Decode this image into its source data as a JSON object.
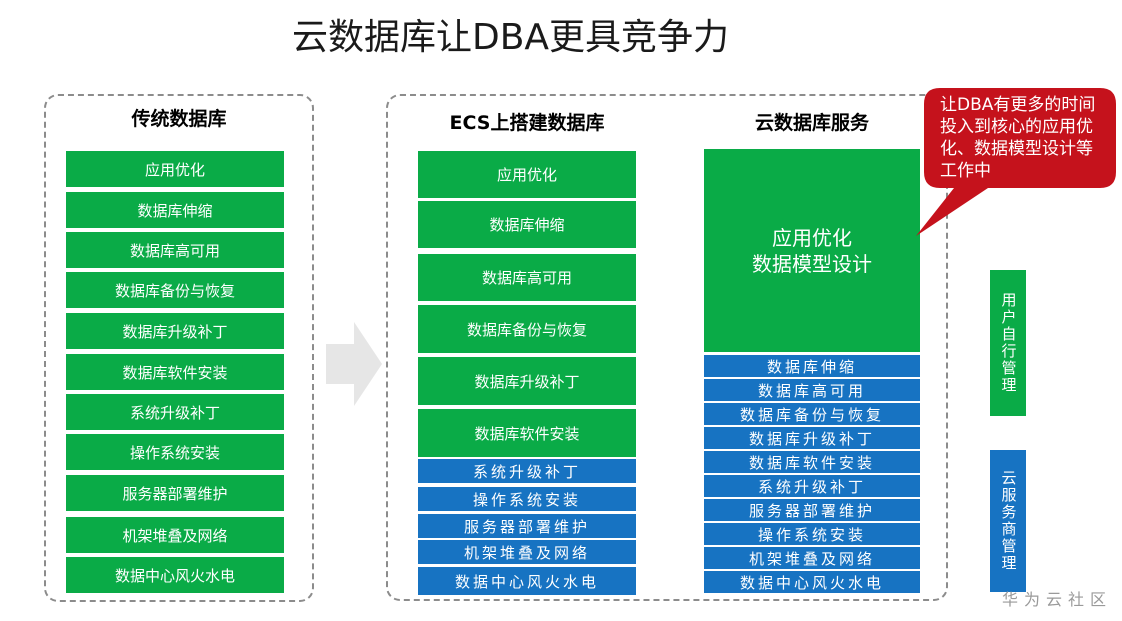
{
  "title": "云数据库让DBA更具竞争力",
  "traditional": {
    "header": "传统数据库",
    "items": [
      "应用优化",
      "数据库伸缩",
      "数据库高可用",
      "数据库备份与恢复",
      "数据库升级补丁",
      "数据库软件安装",
      "系统升级补丁",
      "操作系统安装",
      "服务器部署维护",
      "机架堆叠及网络",
      "数据中心风火水电"
    ]
  },
  "ecs": {
    "header": "ECS上搭建数据库",
    "green_items": [
      "应用优化",
      "数据库伸缩",
      "数据库高可用",
      "数据库备份与恢复",
      "数据库升级补丁",
      "数据库软件安装"
    ],
    "blue_items": [
      "系统升级补丁",
      "操作系统安装",
      "服务器部署维护",
      "机架堆叠及网络",
      "数据中心风火水电"
    ]
  },
  "cloud": {
    "header": "云数据库服务",
    "green_line1": "应用优化",
    "green_line2": "数据模型设计",
    "blue_items": [
      "数据库伸缩",
      "数据库高可用",
      "数据库备份与恢复",
      "数据库升级补丁",
      "数据库软件安装",
      "系统升级补丁",
      "服务器部署维护",
      "操作系统安装",
      "机架堆叠及网络",
      "数据中心风火水电"
    ]
  },
  "callout": "让DBA有更多的时间投入到核心的应用优化、数据模型设计等工作中",
  "legend": {
    "user": "用户自行管理",
    "vendor": "云服务商管理"
  },
  "watermark": "华为云社区",
  "colors": {
    "green": "#0aab47",
    "blue": "#1773c2",
    "callout": "#c5121c",
    "arrow": "#e6e6e6"
  }
}
